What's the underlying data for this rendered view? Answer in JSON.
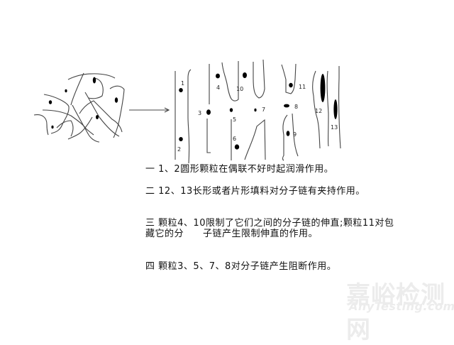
{
  "diagram": {
    "particle_labels": [
      "1",
      "2",
      "3",
      "4",
      "5",
      "6",
      "7",
      "8",
      "9",
      "10",
      "11",
      "12",
      "13"
    ],
    "arrow": "right-arrow"
  },
  "notes": [
    {
      "prefix": "一",
      "text": "1、2圆形颗粒在偶联不好时起润滑作用。"
    },
    {
      "prefix": "二",
      "text": "12、13长形或者片形填料对分子链有夹持作用。"
    },
    {
      "prefix": "三",
      "text": "颗粒4、10限制了它们之间的分子链的伸直;颗粒11对包藏它的分　　子链产生限制伸直的作用。"
    },
    {
      "prefix": "四",
      "text": "颗粒3、5、7、8对分子链产生阻断作用。"
    }
  ],
  "watermark": {
    "cn": "嘉峪检测网",
    "en": "AnyTesting.com"
  }
}
